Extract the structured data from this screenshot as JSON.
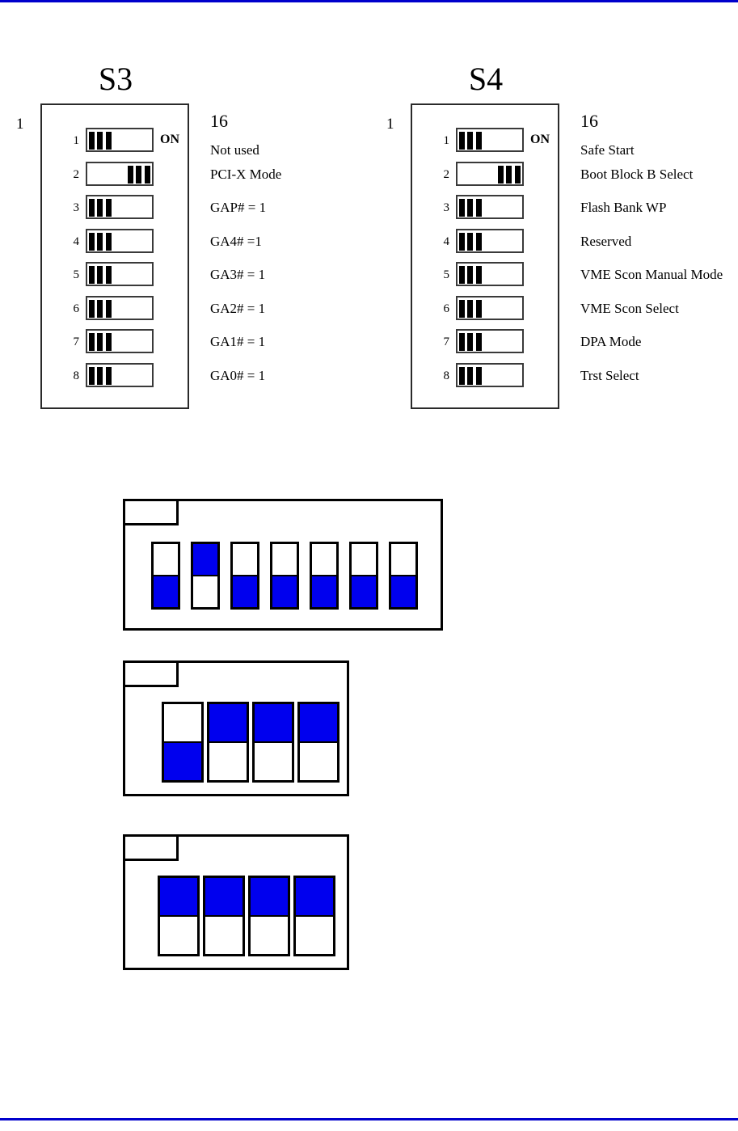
{
  "page": {
    "rule_color": "#0000cc",
    "accent_blue": "#0000ee"
  },
  "banks": [
    {
      "title": "S3",
      "pin_first": "1",
      "pin_last": "16",
      "on_label": "ON",
      "switches": [
        {
          "num": "1",
          "state": "on",
          "desc": "Not used"
        },
        {
          "num": "2",
          "state": "off",
          "desc": "PCI-X Mode"
        },
        {
          "num": "3",
          "state": "on",
          "desc": "GAP# = 1"
        },
        {
          "num": "4",
          "state": "on",
          "desc": "GA4# =1"
        },
        {
          "num": "5",
          "state": "on",
          "desc": "GA3# = 1"
        },
        {
          "num": "6",
          "state": "on",
          "desc": "GA2# = 1"
        },
        {
          "num": "7",
          "state": "on",
          "desc": "GA1# = 1"
        },
        {
          "num": "8",
          "state": "on",
          "desc": "GA0# = 1"
        }
      ]
    },
    {
      "title": "S4",
      "pin_first": "1",
      "pin_last": "16",
      "on_label": "ON",
      "switches": [
        {
          "num": "1",
          "state": "on",
          "desc": "Safe Start"
        },
        {
          "num": "2",
          "state": "off",
          "desc": "Boot Block B Select"
        },
        {
          "num": "3",
          "state": "on",
          "desc": "Flash Bank WP"
        },
        {
          "num": "4",
          "state": "on",
          "desc": "Reserved"
        },
        {
          "num": "5",
          "state": "on",
          "desc": "VME Scon Manual Mode"
        },
        {
          "num": "6",
          "state": "on",
          "desc": "VME Scon Select"
        },
        {
          "num": "7",
          "state": "on",
          "desc": "DPA Mode"
        },
        {
          "num": "8",
          "state": "on",
          "desc": "Trst Select"
        }
      ]
    }
  ],
  "packs": [
    {
      "count": 7,
      "positions": [
        "down",
        "up",
        "down",
        "down",
        "down",
        "down",
        "down"
      ]
    },
    {
      "count": 4,
      "positions": [
        "down",
        "up",
        "up",
        "up"
      ]
    },
    {
      "count": 4,
      "positions": [
        "up",
        "up",
        "up",
        "up"
      ]
    }
  ]
}
